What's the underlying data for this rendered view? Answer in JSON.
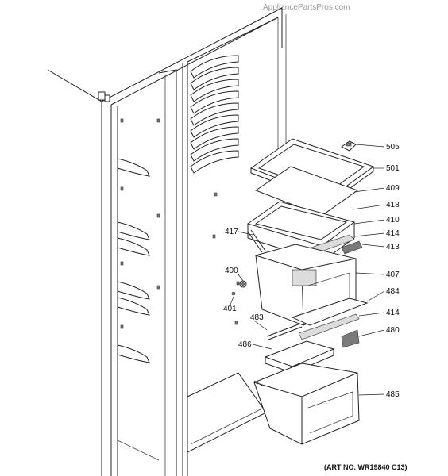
{
  "watermark": "AppliancePartsPros.com",
  "art_number": "(ART NO. WR19840 C13)",
  "callouts": [
    "505",
    "501",
    "409",
    "418",
    "410",
    "414",
    "413",
    "407",
    "484",
    "414",
    "480",
    "485",
    "417",
    "400",
    "401",
    "483",
    "486"
  ]
}
